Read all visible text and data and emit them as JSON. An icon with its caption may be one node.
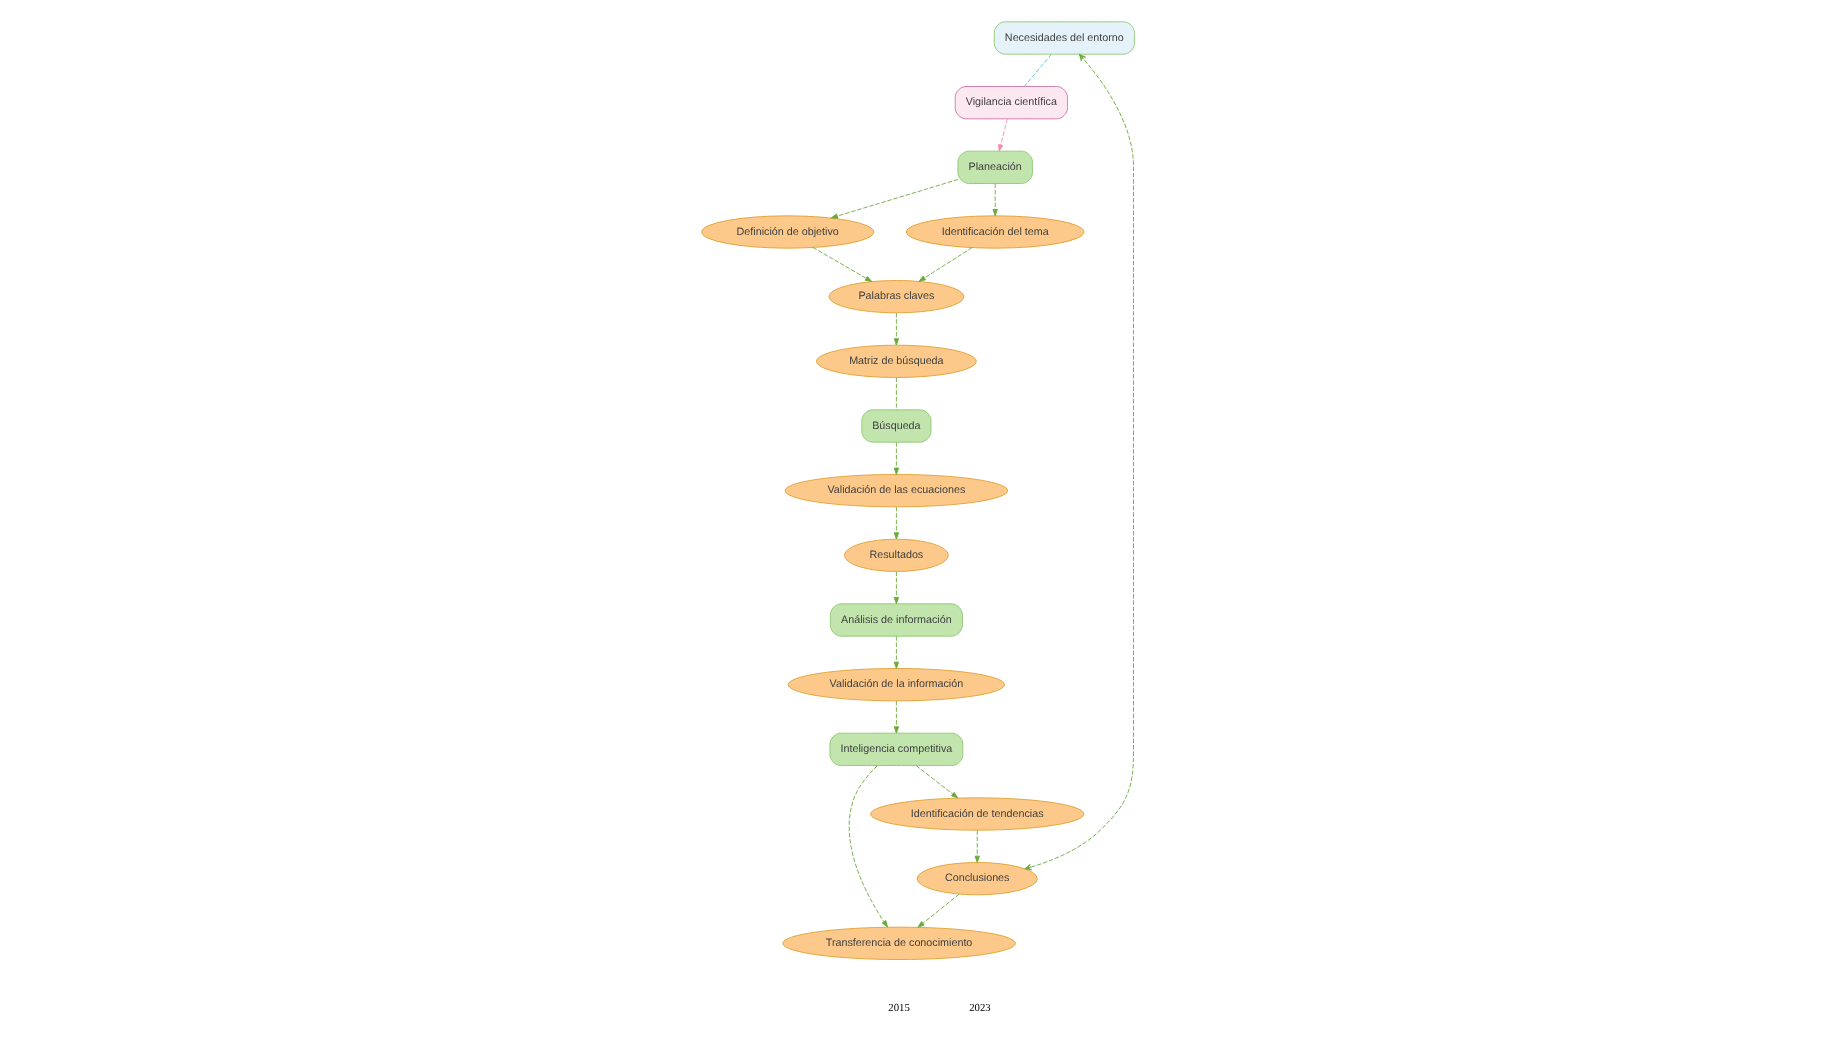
{
  "diagram": {
    "nodes": [
      {
        "text": [
          "Necesidades del entorno"
        ]
      },
      {
        "text": [
          "Vigilancia científica"
        ]
      },
      {
        "text": [
          "Planeación"
        ]
      },
      {
        "text": [
          "Identificación del tema"
        ]
      },
      {
        "text": [
          "Definición de objetivo"
        ]
      },
      {
        "text": [
          "Palabras claves"
        ]
      },
      {
        "text": [
          "Matriz de búsqueda"
        ]
      },
      {
        "text": [
          "Búsqueda"
        ]
      },
      {
        "text": [
          "Validación de las ecuaciones"
        ]
      },
      {
        "text": [
          "Resultados"
        ]
      },
      {
        "text": [
          "Análisis de información"
        ]
      },
      {
        "text": [
          "Validación de la información"
        ]
      },
      {
        "text": [
          "Inteligencia competitiva"
        ]
      },
      {
        "text": [
          "Identificación de tendencias"
        ]
      },
      {
        "text": [
          "Transferencia de conocimiento"
        ]
      },
      {
        "text": [
          "Conclusiones"
        ]
      }
    ],
    "edges": [
      {
        "from": 0,
        "to": 1,
        "arrow": "none",
        "style": "dashed",
        "color": "#4fc8c8"
      },
      {
        "from": 1,
        "to": 2,
        "arrow": "to",
        "style": "dashed",
        "color": "#f08cb4"
      },
      {
        "from": 15,
        "to": 0,
        "arrow": "both",
        "style": "dashed"
      },
      {
        "from": 2,
        "to": 3,
        "arrow": "to",
        "style": "dashed"
      },
      {
        "from": 2,
        "to": 4,
        "arrow": "to",
        "style": "dashed"
      },
      {
        "from": 3,
        "to": 5,
        "arrow": "to",
        "style": "dashed"
      },
      {
        "from": 4,
        "to": 5,
        "arrow": "to",
        "style": "dashed"
      },
      {
        "from": 5,
        "to": 6,
        "arrow": "to",
        "style": "dashed"
      },
      {
        "from": 6,
        "to": 7,
        "arrow": "none",
        "style": "dashed"
      },
      {
        "from": 7,
        "to": 8,
        "arrow": "to",
        "style": "dashed"
      },
      {
        "from": 8,
        "to": 9,
        "arrow": "to",
        "style": "dashed"
      },
      {
        "from": 9,
        "to": 10,
        "arrow": "to",
        "style": "dashed"
      },
      {
        "from": 10,
        "to": 11,
        "arrow": "to",
        "style": "dashed"
      },
      {
        "from": 11,
        "to": 12,
        "arrow": "to",
        "style": "dashed"
      },
      {
        "from": 12,
        "to": 13,
        "arrow": "to",
        "style": "dashed"
      },
      {
        "from": 12,
        "to": 14,
        "arrow": "to",
        "style": "dashed"
      },
      {
        "from": 13,
        "to": 15,
        "arrow": "to",
        "style": "dashed"
      },
      {
        "from": 15,
        "to": 14,
        "arrow": "to",
        "style": "dashed"
      }
    ],
    "labels": [
      "2015",
      "2023"
    ]
  }
}
